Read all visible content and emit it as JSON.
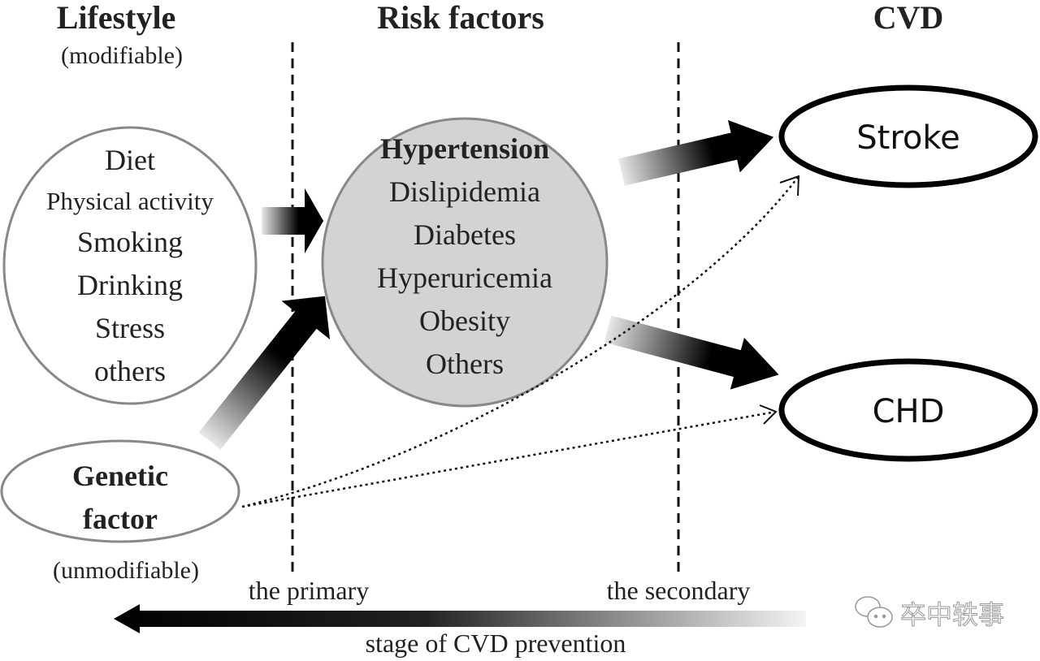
{
  "headers": {
    "lifestyle": "Lifestyle",
    "lifestyle_note": "(modifiable)",
    "risk_factors": "Risk factors",
    "cvd": "CVD"
  },
  "lifestyle_items": [
    "Diet",
    "Physical activity",
    "Smoking",
    "Drinking",
    "Stress",
    "others"
  ],
  "genetic": {
    "line1": "Genetic",
    "line2": "factor",
    "note": "(unmodifiable)"
  },
  "risk_items": [
    "Hypertension",
    "Dislipidemia",
    "Diabetes",
    "Hyperuricemia",
    "Obesity",
    "Others"
  ],
  "outcomes": {
    "stroke": "Stroke",
    "chd": "CHD"
  },
  "prevention": {
    "primary": "the primary",
    "secondary": "the secondary",
    "caption": "stage of CVD prevention"
  },
  "watermark": "卒中轶事",
  "colors": {
    "risk_fill": "#d3d3d3",
    "outline": "#888888"
  }
}
